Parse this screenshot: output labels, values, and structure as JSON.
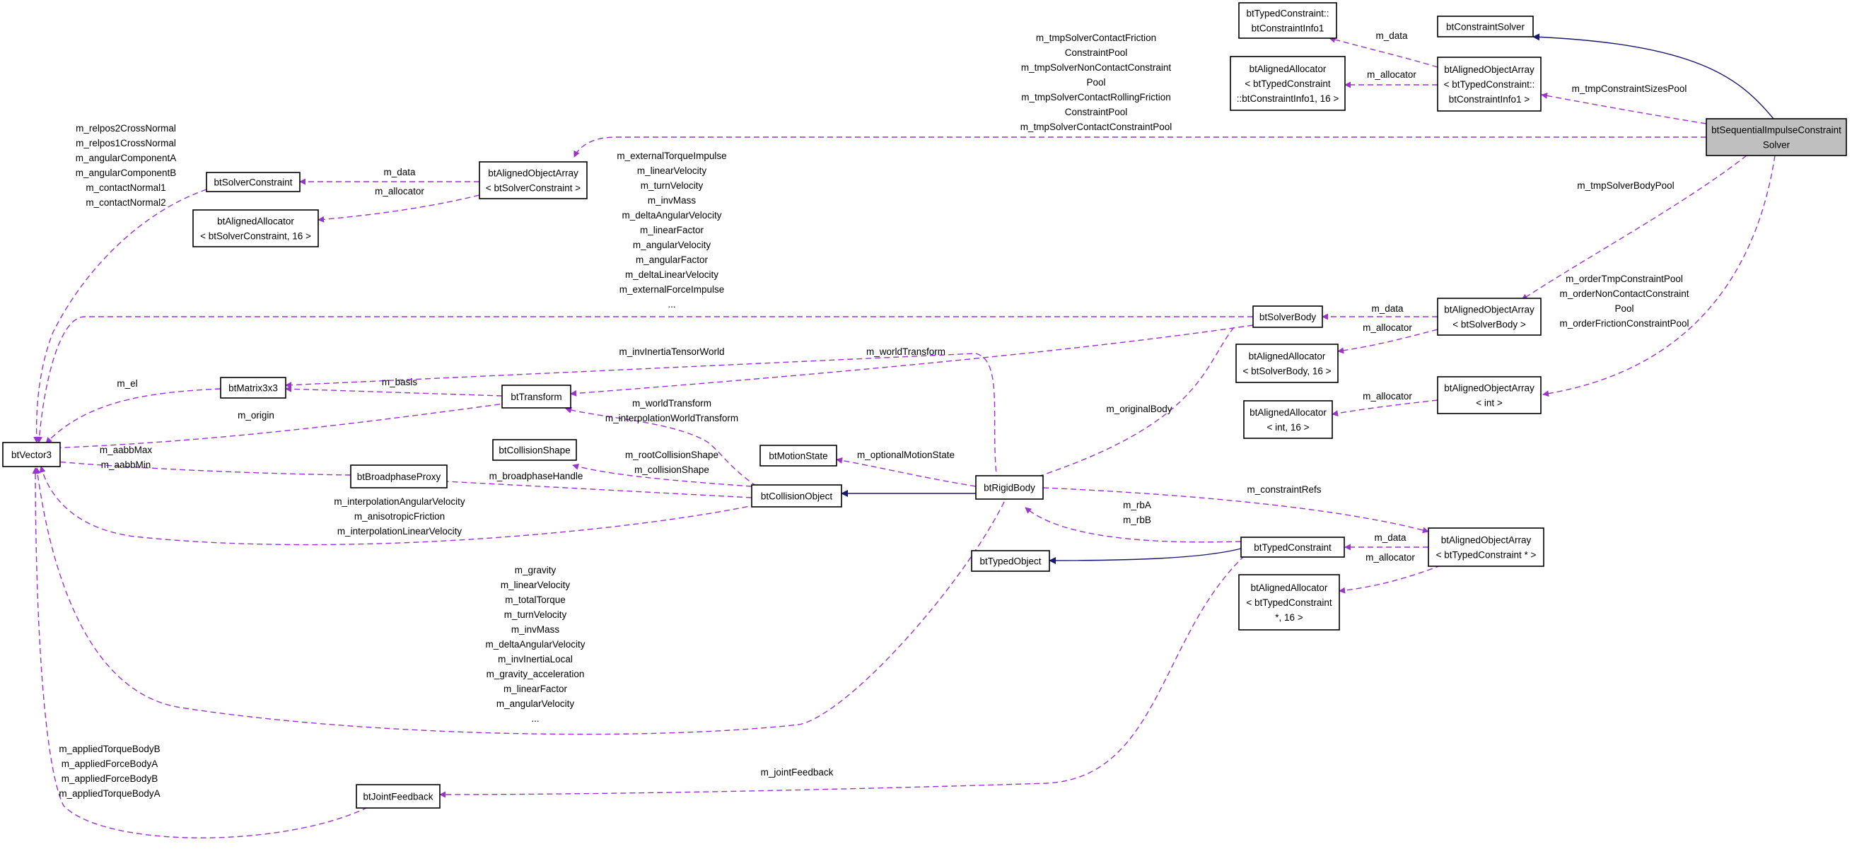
{
  "diagram": {
    "nodes": [
      {
        "id": "seqsolver",
        "lines": [
          "btSequentialImpulseConstraint",
          "Solver"
        ],
        "highlight": true
      },
      {
        "id": "constraintsolver",
        "lines": [
          "btConstraintSolver"
        ]
      },
      {
        "id": "typedinfo1",
        "lines": [
          "btTypedConstraint::",
          "btConstraintInfo1"
        ]
      },
      {
        "id": "aa_info1",
        "lines": [
          "btAlignedObjectArray",
          "< btTypedConstraint::",
          "btConstraintInfo1 >"
        ]
      },
      {
        "id": "alloc_info1",
        "lines": [
          "btAlignedAllocator",
          "< btTypedConstraint",
          "::btConstraintInfo1, 16 >"
        ]
      },
      {
        "id": "solverconstraint",
        "lines": [
          "btSolverConstraint"
        ]
      },
      {
        "id": "aa_solverconstraint",
        "lines": [
          "btAlignedObjectArray",
          "< btSolverConstraint >"
        ]
      },
      {
        "id": "alloc_solverconstraint",
        "lines": [
          "btAlignedAllocator",
          "< btSolverConstraint, 16 >"
        ]
      },
      {
        "id": "vector3",
        "lines": [
          "btVector3"
        ]
      },
      {
        "id": "matrix3x3",
        "lines": [
          "btMatrix3x3"
        ]
      },
      {
        "id": "transform",
        "lines": [
          "btTransform"
        ]
      },
      {
        "id": "solverbody",
        "lines": [
          "btSolverBody"
        ]
      },
      {
        "id": "aa_solverbody",
        "lines": [
          "btAlignedObjectArray",
          "< btSolverBody >"
        ]
      },
      {
        "id": "alloc_solverbody",
        "lines": [
          "btAlignedAllocator",
          "< btSolverBody, 16 >"
        ]
      },
      {
        "id": "aa_int",
        "lines": [
          "btAlignedObjectArray",
          "< int >"
        ]
      },
      {
        "id": "alloc_int",
        "lines": [
          "btAlignedAllocator",
          "< int, 16 >"
        ]
      },
      {
        "id": "collisionshape",
        "lines": [
          "btCollisionShape"
        ]
      },
      {
        "id": "motionstate",
        "lines": [
          "btMotionState"
        ]
      },
      {
        "id": "broadphaseproxy",
        "lines": [
          "btBroadphaseProxy"
        ]
      },
      {
        "id": "collisionobject",
        "lines": [
          "btCollisionObject"
        ]
      },
      {
        "id": "rigidbody",
        "lines": [
          "btRigidBody"
        ]
      },
      {
        "id": "typedobject",
        "lines": [
          "btTypedObject"
        ]
      },
      {
        "id": "typedconstraint",
        "lines": [
          "btTypedConstraint"
        ]
      },
      {
        "id": "aa_typedconstraint",
        "lines": [
          "btAlignedObjectArray",
          "< btTypedConstraint * >"
        ]
      },
      {
        "id": "alloc_typedconstraint",
        "lines": [
          "btAlignedAllocator",
          "< btTypedConstraint",
          "*, 16 >"
        ]
      },
      {
        "id": "jointfeedback",
        "lines": [
          "btJointFeedback"
        ]
      }
    ],
    "edge_labels": [
      {
        "id": "lbl_tmp_pools",
        "lines": [
          "m_tmpSolverContactFriction",
          "ConstraintPool",
          "m_tmpSolverNonContactConstraint",
          "Pool",
          "m_tmpSolverContactRollingFriction",
          "ConstraintPool",
          "m_tmpSolverContactConstraintPool"
        ]
      },
      {
        "id": "lbl_data_info1",
        "lines": [
          "m_data"
        ]
      },
      {
        "id": "lbl_alloc_info1",
        "lines": [
          "m_allocator"
        ]
      },
      {
        "id": "lbl_sizes_pool",
        "lines": [
          "m_tmpConstraintSizesPool"
        ]
      },
      {
        "id": "lbl_body_pool",
        "lines": [
          "m_tmpSolverBodyPool"
        ]
      },
      {
        "id": "lbl_order_pools",
        "lines": [
          "m_orderTmpConstraintPool",
          "m_orderNonContactConstraint",
          "Pool",
          "m_orderFrictionConstraintPool"
        ]
      },
      {
        "id": "lbl_sc_vectors",
        "lines": [
          "m_relpos2CrossNormal",
          "m_relpos1CrossNormal",
          "m_angularComponentA",
          "m_angularComponentB",
          "m_contactNormal1",
          "m_contactNormal2"
        ]
      },
      {
        "id": "lbl_data_sc",
        "lines": [
          "m_data"
        ]
      },
      {
        "id": "lbl_alloc_sc",
        "lines": [
          "m_allocator"
        ]
      },
      {
        "id": "lbl_sb_vectors",
        "lines": [
          "m_externalTorqueImpulse",
          "m_linearVelocity",
          "m_turnVelocity",
          "m_invMass",
          "m_deltaAngularVelocity",
          "m_linearFactor",
          "m_angularVelocity",
          "m_angularFactor",
          "m_deltaLinearVelocity",
          "m_externalForceImpulse",
          "..."
        ]
      },
      {
        "id": "lbl_data_sb",
        "lines": [
          "m_data"
        ]
      },
      {
        "id": "lbl_alloc_sb",
        "lines": [
          "m_allocator"
        ]
      },
      {
        "id": "lbl_alloc_int",
        "lines": [
          "m_allocator"
        ]
      },
      {
        "id": "lbl_el",
        "lines": [
          "m_el"
        ]
      },
      {
        "id": "lbl_basis",
        "lines": [
          "m_basis"
        ]
      },
      {
        "id": "lbl_origin",
        "lines": [
          "m_origin"
        ]
      },
      {
        "id": "lbl_inv_tensor",
        "lines": [
          "m_invInertiaTensorWorld"
        ]
      },
      {
        "id": "lbl_world_transform_sb",
        "lines": [
          "m_worldTransform"
        ]
      },
      {
        "id": "lbl_original_body",
        "lines": [
          "m_originalBody"
        ]
      },
      {
        "id": "lbl_co_transforms",
        "lines": [
          "m_worldTransform",
          "m_interpolationWorldTransform"
        ]
      },
      {
        "id": "lbl_aabb",
        "lines": [
          "m_aabbMax",
          "m_aabbMin"
        ]
      },
      {
        "id": "lbl_shapes",
        "lines": [
          "m_rootCollisionShape",
          "m_collisionShape"
        ]
      },
      {
        "id": "lbl_motion",
        "lines": [
          "m_optionalMotionState"
        ]
      },
      {
        "id": "lbl_broadphase",
        "lines": [
          "m_broadphaseHandle"
        ]
      },
      {
        "id": "lbl_co_vectors",
        "lines": [
          "m_interpolationAngularVelocity",
          "m_anisotropicFriction",
          "m_interpolationLinearVelocity"
        ]
      },
      {
        "id": "lbl_constraint_refs",
        "lines": [
          "m_constraintRefs"
        ]
      },
      {
        "id": "lbl_rbab",
        "lines": [
          "m_rbA",
          "m_rbB"
        ]
      },
      {
        "id": "lbl_data_tc",
        "lines": [
          "m_data"
        ]
      },
      {
        "id": "lbl_alloc_tc",
        "lines": [
          "m_allocator"
        ]
      },
      {
        "id": "lbl_rb_vectors",
        "lines": [
          "m_gravity",
          "m_linearVelocity",
          "m_totalTorque",
          "m_turnVelocity",
          "m_invMass",
          "m_deltaAngularVelocity",
          "m_invInertiaLocal",
          "m_gravity_acceleration",
          "m_linearFactor",
          "m_angularVelocity",
          "..."
        ]
      },
      {
        "id": "lbl_joint_feedback",
        "lines": [
          "m_jointFeedback"
        ]
      },
      {
        "id": "lbl_jf_vectors",
        "lines": [
          "m_appliedTorqueBodyB",
          "m_appliedForceBodyA",
          "m_appliedForceBodyB",
          "m_appliedTorqueBodyA"
        ]
      }
    ]
  },
  "colors": {
    "dependency_edge": "#9a32cd",
    "inheritance_edge": "#191970",
    "highlight_fill": "#bfbfbf"
  }
}
